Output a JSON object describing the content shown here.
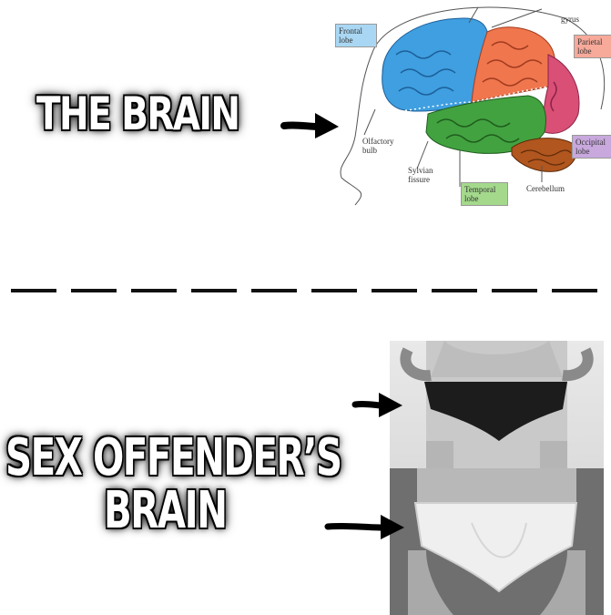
{
  "top_caption": "THE BRAIN",
  "bottom_caption": {
    "line1": "SEX OFFENDER’S",
    "line2": "BRAIN"
  },
  "brain_diagram": {
    "labels": {
      "frontal": "Frontal lobe",
      "parietal": "Parietal lobe",
      "occipital": "Occipital lobe",
      "temporal": "Temporal lobe",
      "olfactory": "Olfactory bulb",
      "sylvian": "Sylvian fissure",
      "cerebellum": "Cerebellum",
      "gyrus": "gyrus"
    },
    "colors": {
      "frontal": "#3f9fe0",
      "parietal": "#f0764e",
      "occipital": "#d94f76",
      "temporal": "#42a240",
      "cerebellum": "#b0561e",
      "frontal_box": "#a9d7f3",
      "parietal_box": "#f7a99a",
      "occipital_box": "#c8a8dd",
      "temporal_box": "#a4d98c"
    }
  },
  "colors": {
    "caption_fill": "#ffffff",
    "caption_outline": "#000000",
    "divider": "#111111"
  }
}
